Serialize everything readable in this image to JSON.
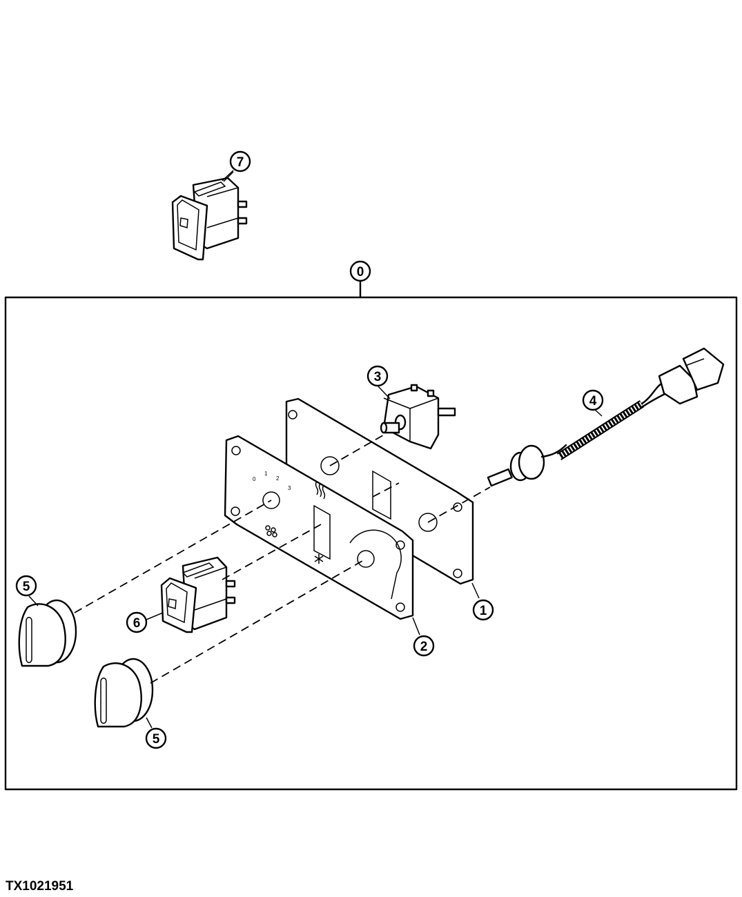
{
  "figure_id": "TX1021951",
  "callouts": {
    "c0": "0",
    "c1": "1",
    "c2": "2",
    "c3": "3",
    "c4": "4",
    "c5a": "5",
    "c5b": "5",
    "c6": "6",
    "c7": "7"
  },
  "panel_scale": {
    "s0": "0",
    "s1": "1",
    "s2": "2",
    "s3": "3"
  }
}
